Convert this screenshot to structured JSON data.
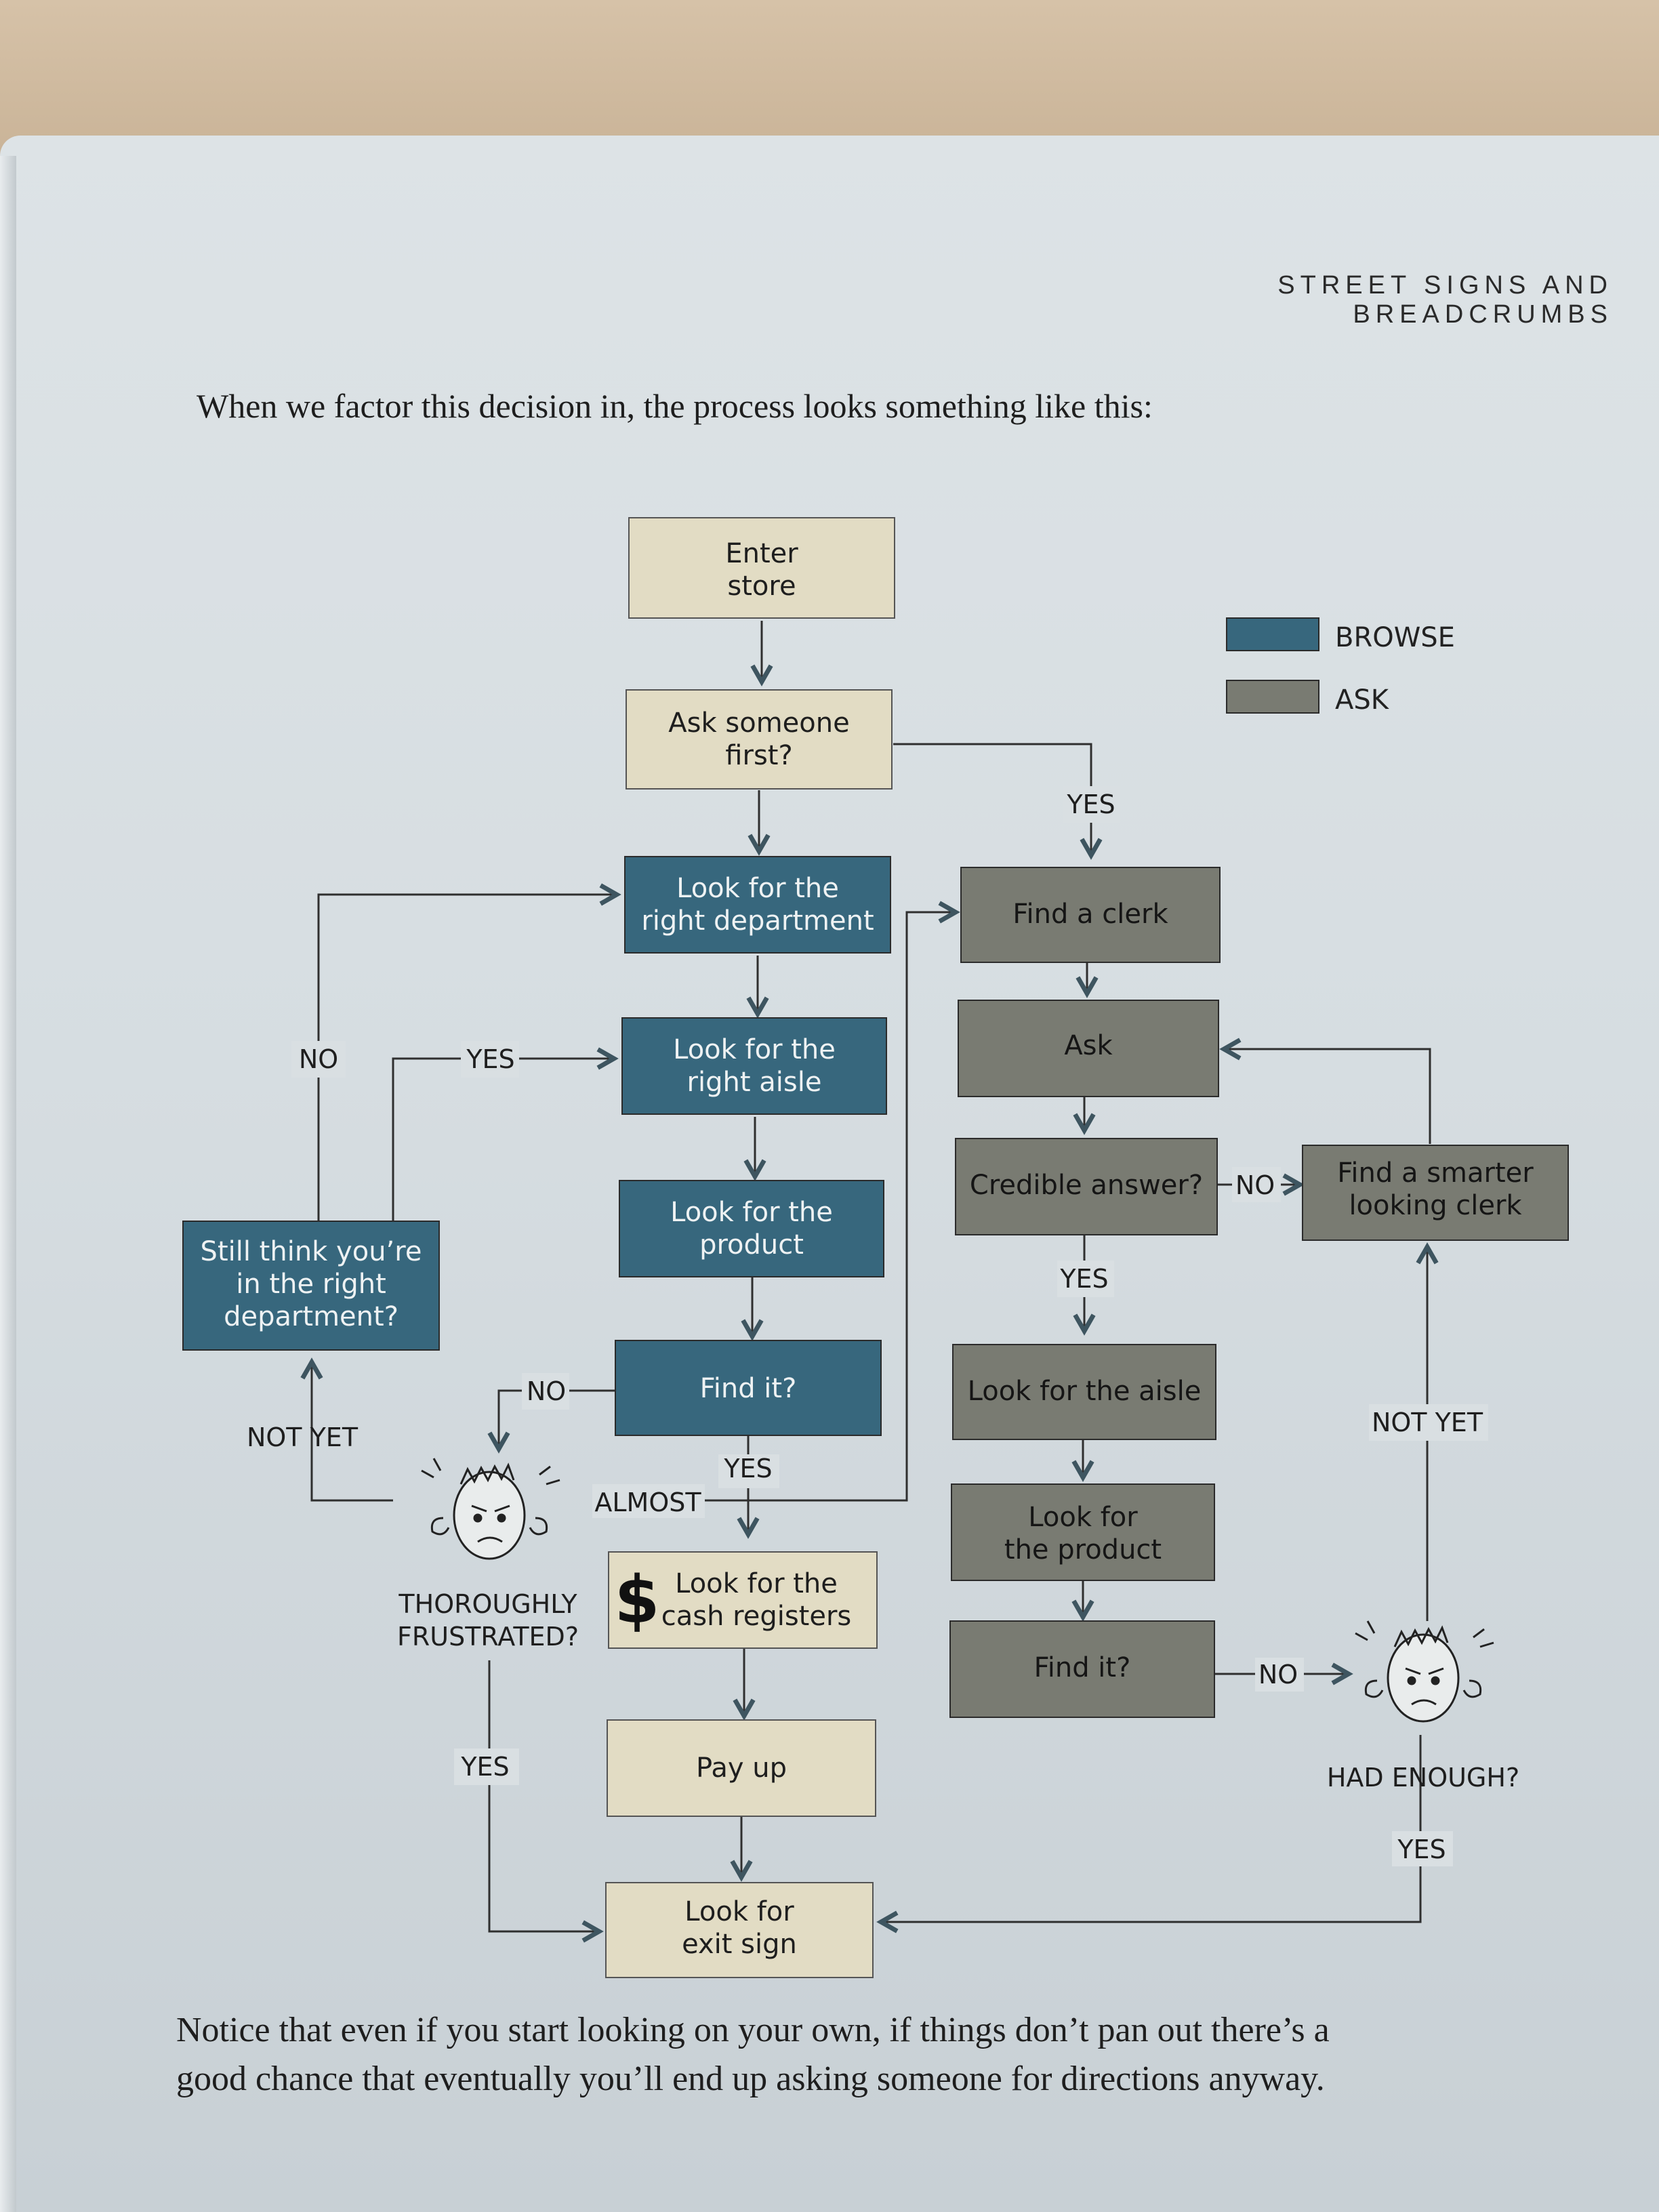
{
  "page": {
    "running_head": "STREET SIGNS AND BREADCRUMBS",
    "intro": "When we factor this decision in, the process looks something like this:",
    "outro": [
      "Notice that even if you start looking on your own, if things don’t pan out there’s a",
      "good chance that eventually you’ll end up asking someone for directions anyway."
    ]
  },
  "colors": {
    "browse": "#37677d",
    "ask": "#797b72",
    "neutral": "#e2dcc4",
    "line": "#2f2f2f",
    "arrow": "#3e5560"
  },
  "legend": {
    "browse": "BROWSE",
    "ask": "ASK"
  },
  "nodes": {
    "enter": [
      "Enter",
      "store"
    ],
    "ask_first": [
      "Ask someone",
      "first?"
    ],
    "look_dept": [
      "Look for the",
      "right department"
    ],
    "look_aisle": [
      "Look for the",
      "right aisle"
    ],
    "look_product": [
      "Look for the",
      "product"
    ],
    "find_it": [
      "Find it?"
    ],
    "look_registers": [
      "Look for the",
      "cash registers"
    ],
    "dollar": "$",
    "pay": [
      "Pay up"
    ],
    "exit": [
      "Look for",
      "exit sign"
    ],
    "still_think": [
      "Still think you’re",
      "in the right",
      "department?"
    ],
    "find_clerk": [
      "Find a clerk"
    ],
    "ask": [
      "Ask"
    ],
    "credible": [
      "Credible answer?"
    ],
    "smarter_clerk": [
      "Find a smarter",
      "looking clerk"
    ],
    "look_aisle_ask": [
      "Look for the aisle"
    ],
    "look_product_ask": [
      "Look for",
      "the product"
    ],
    "find_it_ask": [
      "Find it?"
    ]
  },
  "labels": {
    "yes_ask": "YES",
    "no_left": "NO",
    "yes_aisle": "YES",
    "no_find": "NO",
    "not_yet_left": "NOT YET",
    "almost": "ALMOST",
    "yes_find": "YES",
    "frustrated": [
      "THOROUGHLY",
      "FRUSTRATED?"
    ],
    "yes_frustrated": "YES",
    "no_credible": "NO",
    "yes_credible": "YES",
    "not_yet_right": "NOT YET",
    "no_find_ask": "NO",
    "had_enough": "HAD ENOUGH?",
    "yes_had_enough": "YES"
  }
}
